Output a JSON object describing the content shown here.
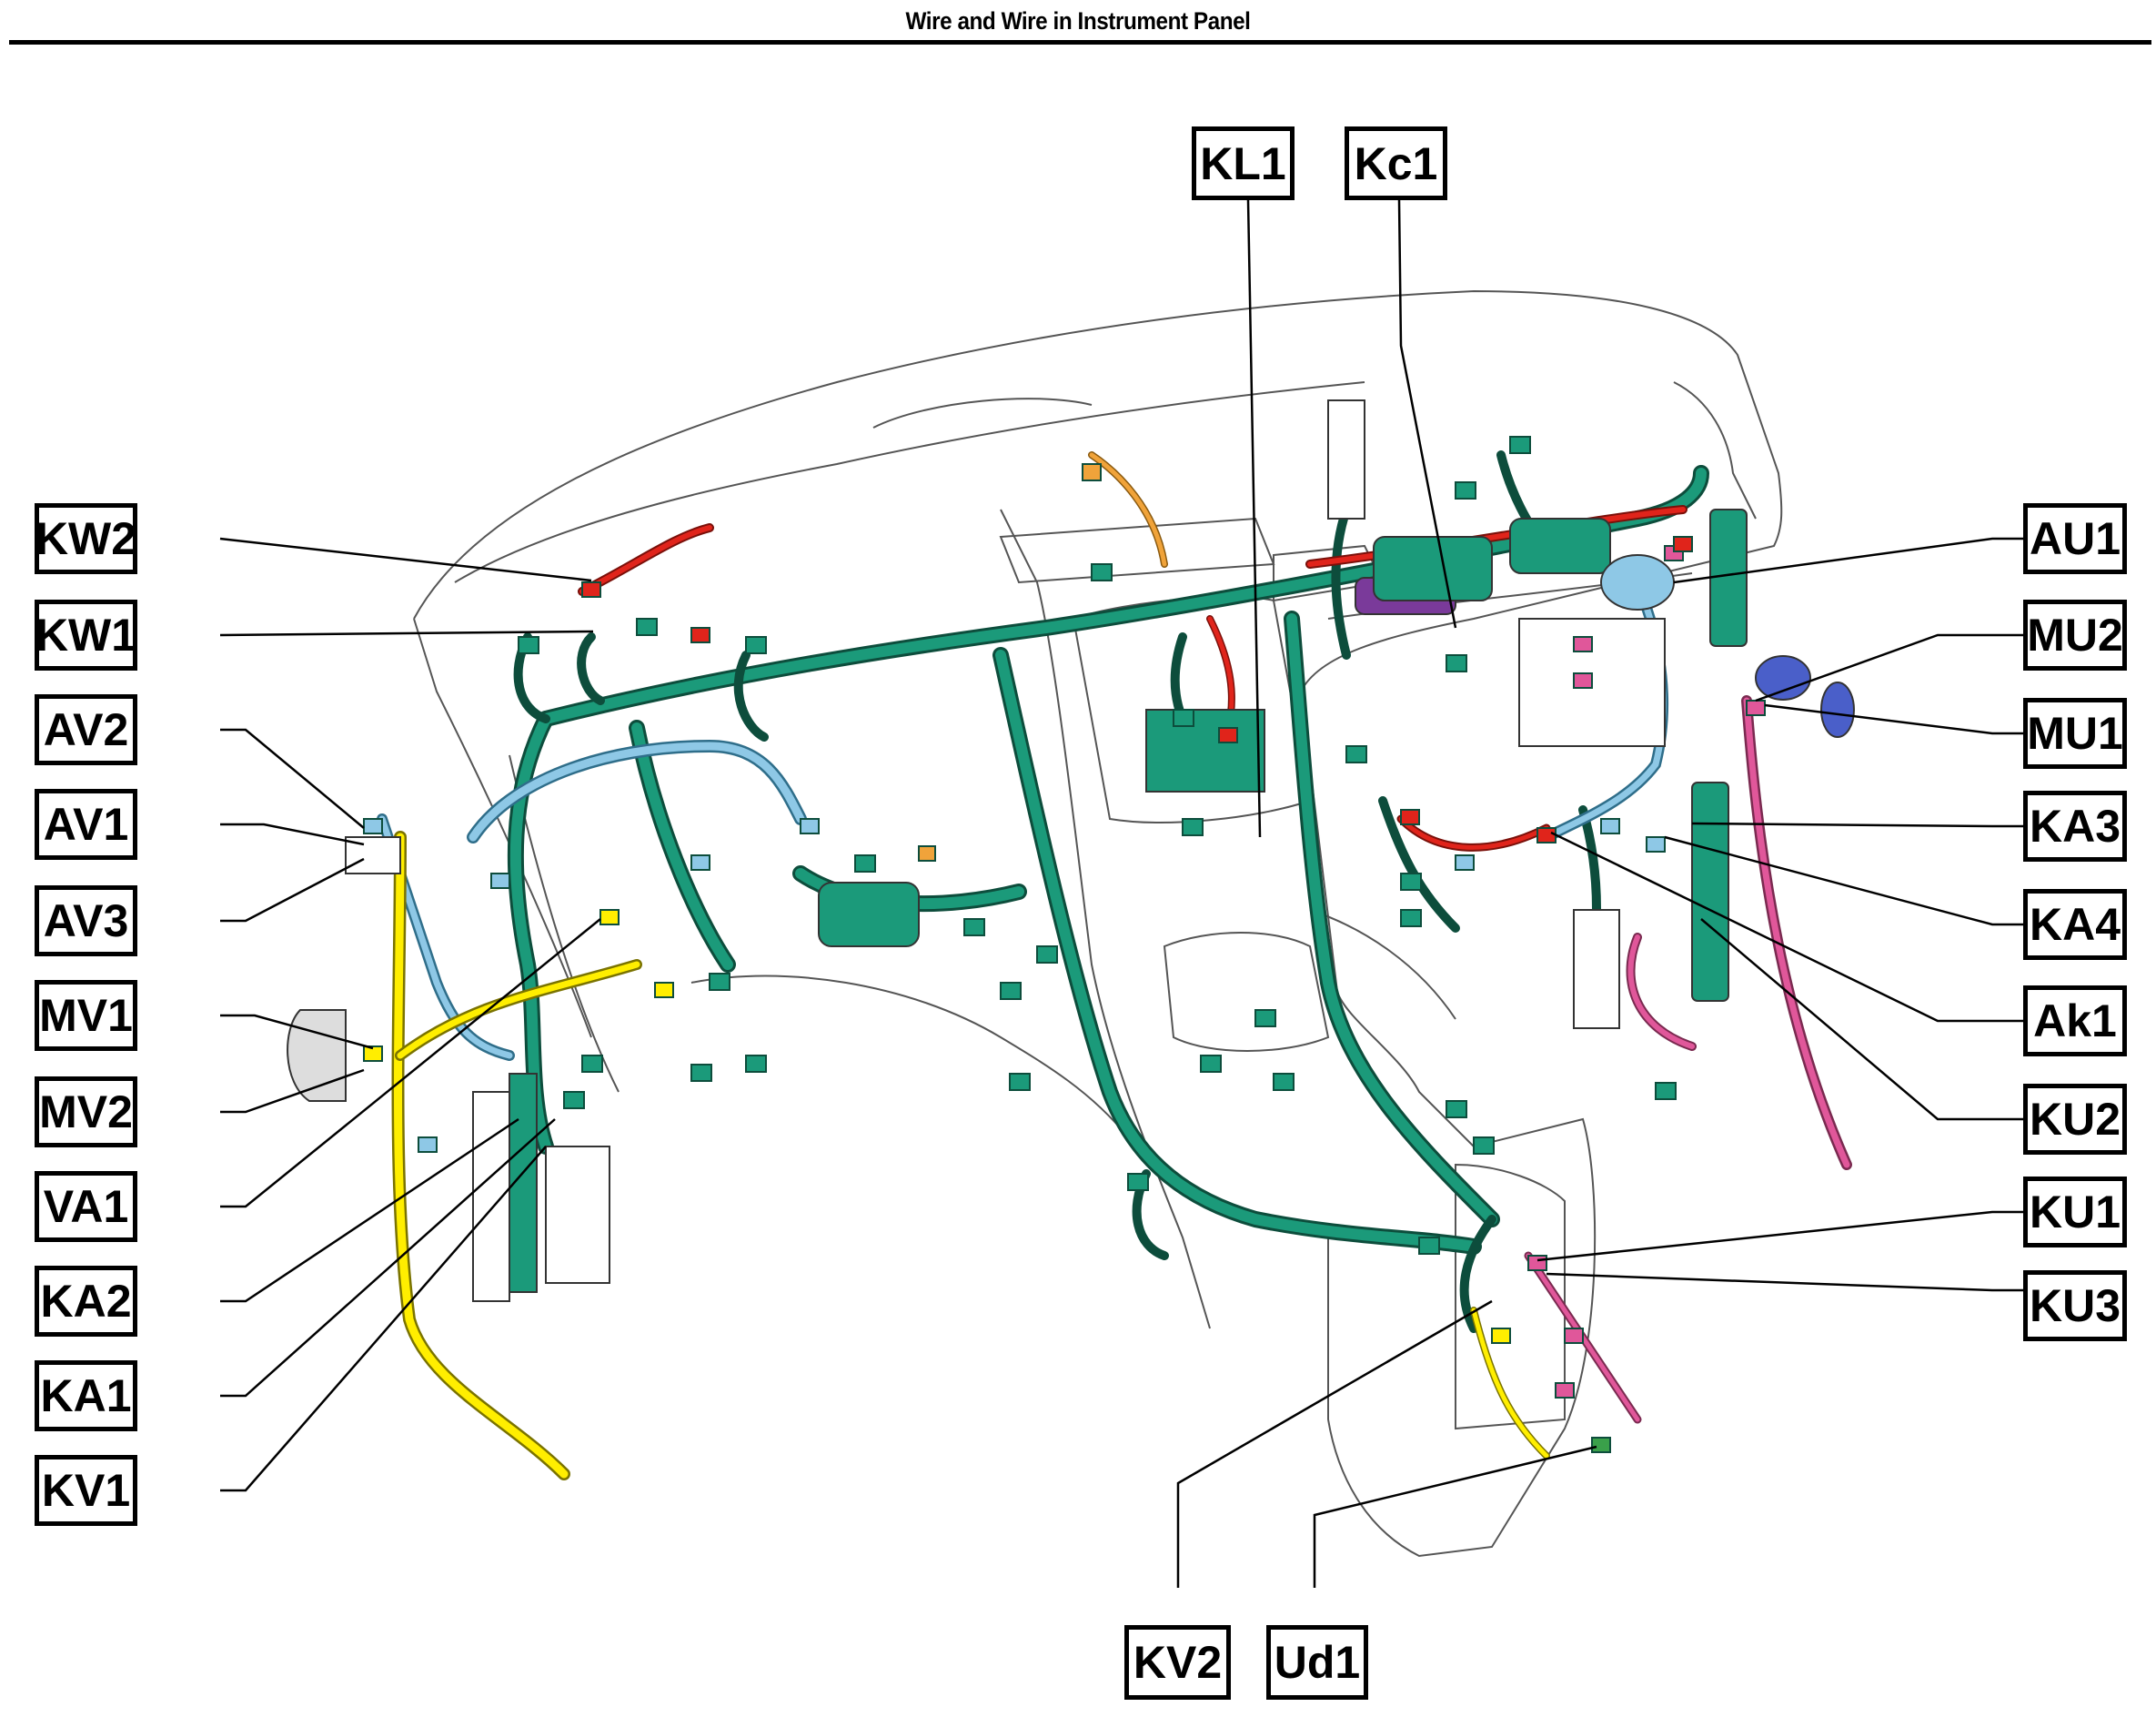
{
  "title": "Wire and Wire in Instrument Panel",
  "colors": {
    "harness_green": "#1b9a7a",
    "harness_dark": "#0d4d3c",
    "light_blue": "#8ec8e6",
    "yellow": "#ffee00",
    "red": "#e0241b",
    "pink": "#e0579a",
    "orange": "#f0a33a",
    "blue": "#4a5fc9",
    "purple": "#7a3a9a"
  },
  "labels": {
    "KW2": "KW2",
    "KW1": "KW1",
    "AV2": "AV2",
    "AV1": "AV1",
    "AV3": "AV3",
    "MV1": "MV1",
    "MV2": "MV2",
    "VA1": "VA1",
    "KA2": "KA2",
    "KA1": "KA1",
    "KV1": "KV1",
    "KL1": "KL1",
    "Kc1": "Kc1",
    "AU1": "AU1",
    "MU2": "MU2",
    "MU1": "MU1",
    "KA3": "KA3",
    "KA4": "KA4",
    "Ak1": "Ak1",
    "KU2": "KU2",
    "KU1": "KU1",
    "KU3": "KU3",
    "KV2": "KV2",
    "Ud1": "Ud1"
  }
}
